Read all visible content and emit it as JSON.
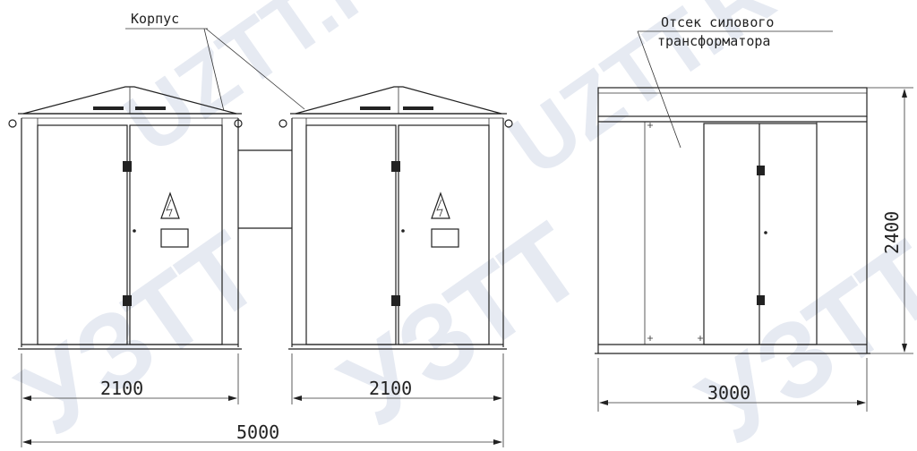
{
  "labels": {
    "korpus": "Корпус",
    "otsek_line1": "Отсек силового",
    "otsek_line2": "трансформатора"
  },
  "dimensions": {
    "left_module_width": "2100",
    "right_module_width": "2100",
    "total_width": "5000",
    "side_width": "3000",
    "height": "2400"
  },
  "watermarks": {
    "latin": "UZTT.RU",
    "cyrillic": "УЗТТ"
  },
  "colors": {
    "line": "#222222",
    "watermark": "#e6eaf2",
    "background": "#ffffff"
  }
}
